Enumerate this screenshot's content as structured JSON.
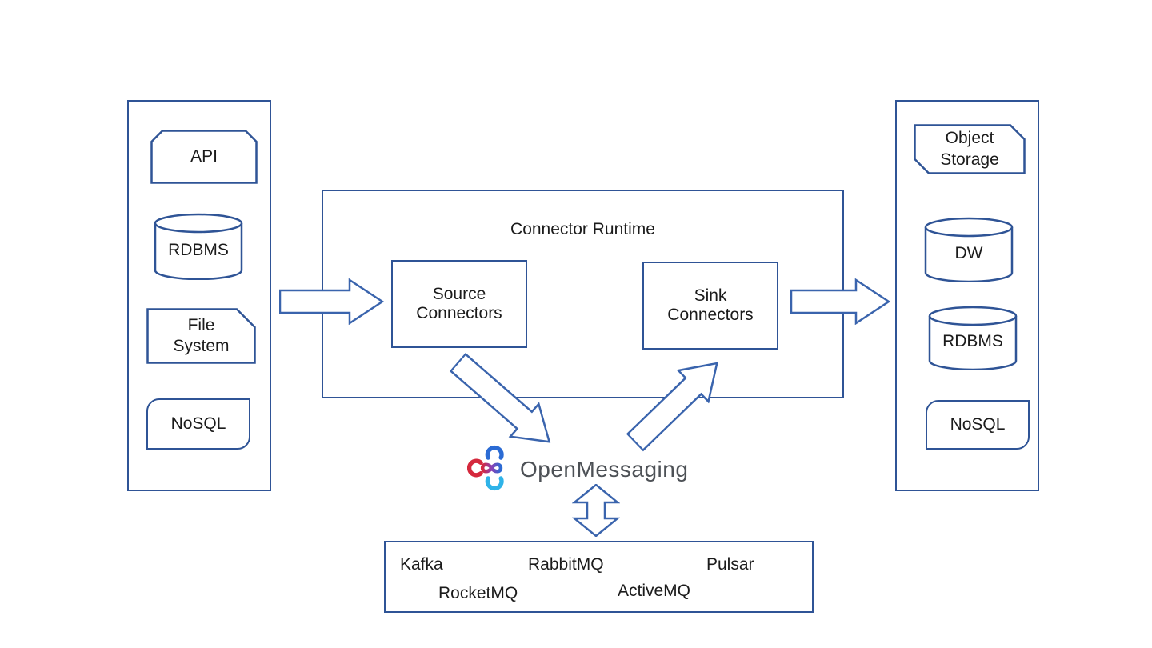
{
  "colors": {
    "box_border": "#2F5496",
    "arrow_border": "#3A64AD",
    "text": "#1b1b1b",
    "logo_text_color": "#4D5156",
    "logo_red": "#D5293D",
    "logo_blue": "#2B6BD4",
    "logo_cyan": "#2FB3E8",
    "logo_purple": "#8A41B5"
  },
  "left_panel": {
    "items": [
      {
        "label": "API"
      },
      {
        "label": "RDBMS"
      },
      {
        "label": "File System"
      },
      {
        "label": "NoSQL"
      }
    ]
  },
  "runtime": {
    "title": "Connector Runtime",
    "source_label": "Source Connectors",
    "sink_label": "Sink Connectors"
  },
  "logo": {
    "text": "OpenMessaging",
    "icon": "openmessaging-knot-icon"
  },
  "mq_box": {
    "items": [
      "Kafka",
      "RabbitMQ",
      "Pulsar",
      "RocketMQ",
      "ActiveMQ"
    ]
  },
  "right_panel": {
    "items": [
      {
        "label": "Object Storage"
      },
      {
        "label": "DW"
      },
      {
        "label": "RDBMS"
      },
      {
        "label": "NoSQL"
      }
    ]
  }
}
